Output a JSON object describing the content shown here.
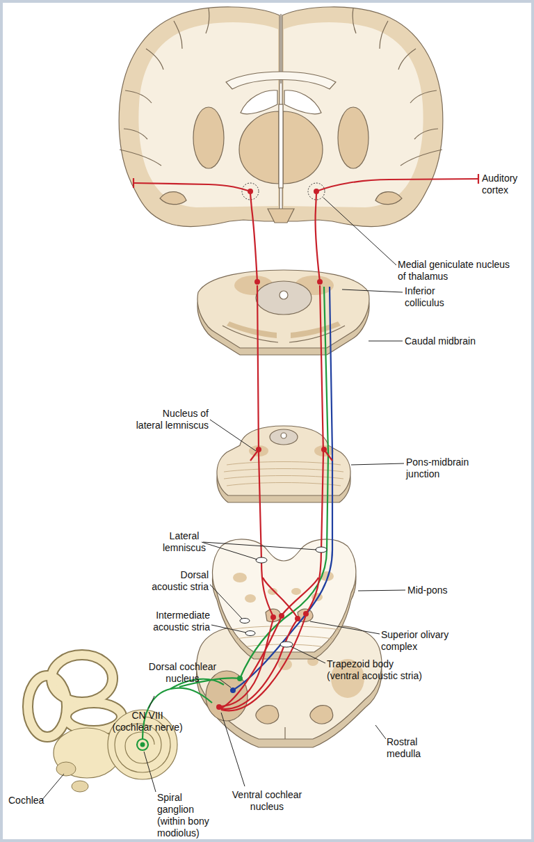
{
  "diagram": {
    "labels": [
      "Auditory cortex",
      "Medial geniculate nucleus of thalamus",
      "Inferior colliculus",
      "Caudal midbrain",
      "Nucleus of lateral lemniscus",
      "Pons-midbrain junction",
      "Lateral lemniscus",
      "Mid-pons",
      "Dorsal acoustic stria",
      "Intermediate acoustic stria",
      "Superior olivary complex",
      "Trapezoid body (ventral acoustic stria)",
      "Dorsal cochlear nucleus",
      "CN VIII (cochlear nerve)",
      "Rostral medulla",
      "Cochlea",
      "Spiral ganglion (within bony modiolus)",
      "Ventral cochlear nucleus"
    ]
  }
}
